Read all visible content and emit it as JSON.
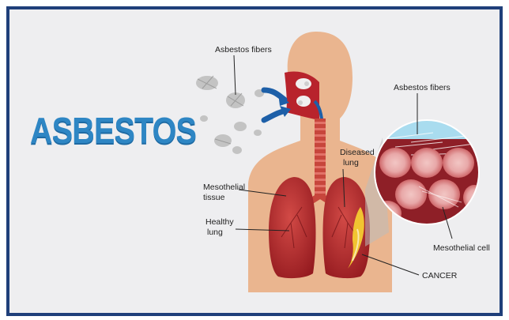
{
  "title": "ASBESTOS",
  "labels": {
    "fibers_left": "Asbestos fibers",
    "fibers_right": "Asbestos fibers",
    "diseased_1": "Diseased",
    "diseased_2": "lung",
    "meso_tissue_1": "Mesothelial",
    "meso_tissue_2": "tissue",
    "healthy_1": "Healthy",
    "healthy_2": "lung",
    "meso_cell": "Mesothelial cell",
    "cancer": "CANCER"
  },
  "colors": {
    "title": "#2e86c4",
    "frame": "#1f3f7a",
    "skin": "#eab58f",
    "lung": "#b3262a",
    "tumor": "#f1c431",
    "trachea": "#c7463c",
    "air_arrow": "#1d5fa8"
  }
}
